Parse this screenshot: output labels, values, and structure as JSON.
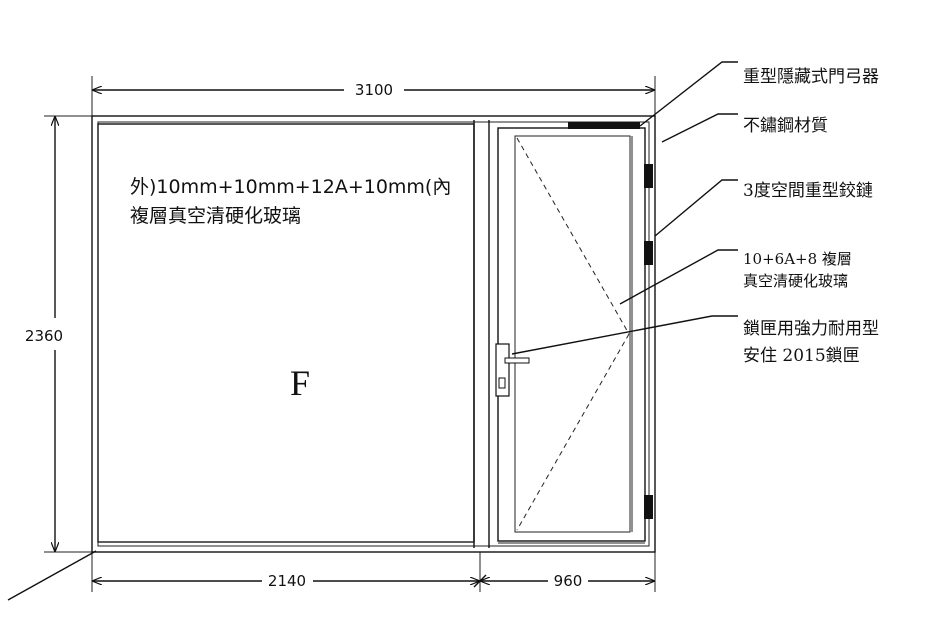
{
  "dimensions": {
    "overall_width": "3100",
    "overall_height": "2360",
    "fixed_panel_width": "2140",
    "door_width": "960"
  },
  "fixed_panel": {
    "mark": "F",
    "glass_spec_line1": "外)10mm+10mm+12A+10mm(內",
    "glass_spec_line2": "複層真空清硬化玻璃"
  },
  "callouts": {
    "door_closer": "重型隱藏式門弓器",
    "material": "不鏽鋼材質",
    "hinge": "3度空間重型鉸鏈",
    "door_glass_line1": "10+6A+8 複層",
    "door_glass_line2": "真空清硬化玻璃",
    "lock_line1": "鎖匣用強力耐用型",
    "lock_line2": "安住 2015鎖匣"
  },
  "colors": {
    "line": "#111111",
    "frame_fill": "#ffffff",
    "hardware": "#111111"
  }
}
